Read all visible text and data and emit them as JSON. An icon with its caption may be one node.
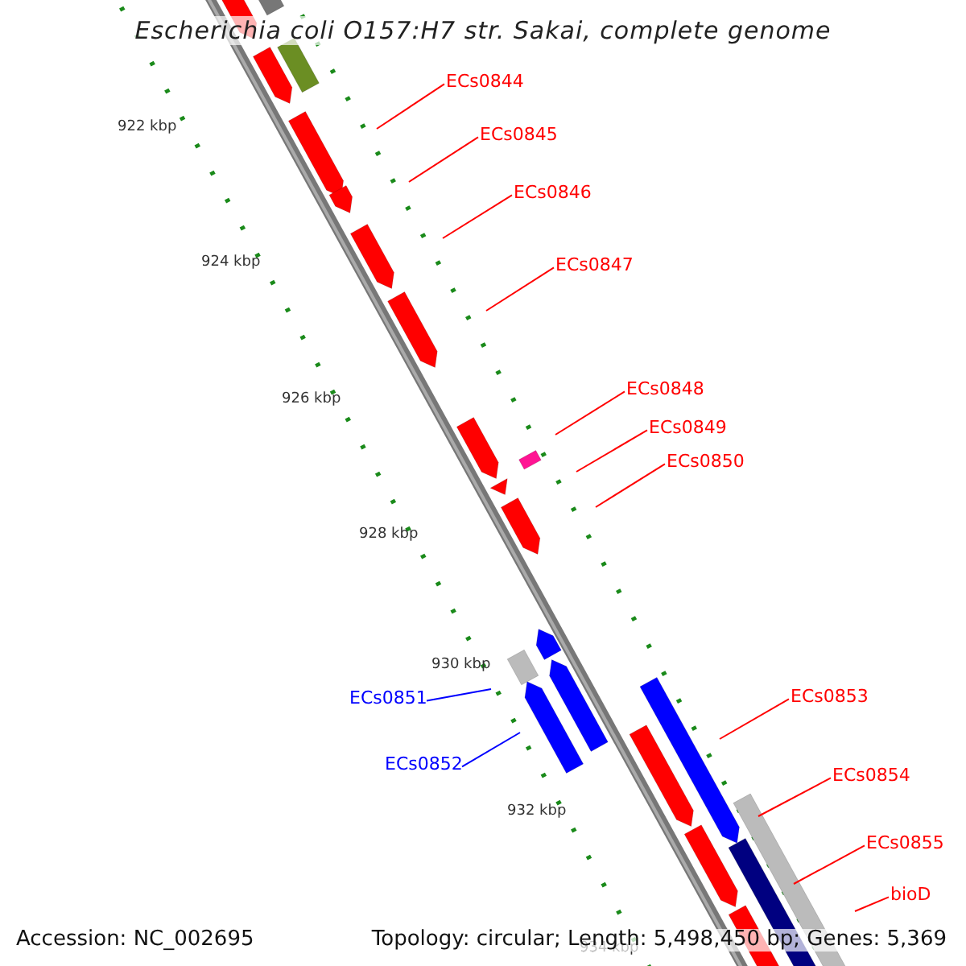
{
  "diagram": {
    "title": "Escherichia coli O157:H7 str. Sakai, complete genome",
    "nodes": [
      {
        "text": [
          "ECs0844"
        ]
      },
      {
        "text": [
          "ECs0845"
        ]
      },
      {
        "text": [
          "ECs0846"
        ]
      },
      {
        "text": [
          "ECs0847"
        ]
      },
      {
        "text": [
          "ECs0848"
        ]
      },
      {
        "text": [
          "ECs0849"
        ]
      },
      {
        "text": [
          "ECs0850"
        ]
      },
      {
        "text": [
          "ECs0851"
        ]
      },
      {
        "text": [
          "ECs0853"
        ]
      },
      {
        "text": [
          "ECs0852"
        ]
      },
      {
        "text": [
          "ECs0854"
        ]
      },
      {
        "text": [
          "ECs0855"
        ]
      },
      {
        "text": [
          "bioD"
        ]
      }
    ],
    "edges": [
      {
        "from": 0,
        "to": null,
        "arrow": "none"
      },
      {
        "from": 1,
        "to": null,
        "arrow": "none"
      },
      {
        "from": 2,
        "to": null,
        "arrow": "none"
      },
      {
        "from": 3,
        "to": null,
        "arrow": "none"
      },
      {
        "from": 4,
        "to": null,
        "arrow": "none"
      },
      {
        "from": 5,
        "to": null,
        "arrow": "none"
      },
      {
        "from": 6,
        "to": null,
        "arrow": "none"
      },
      {
        "from": 7,
        "to": null,
        "arrow": "none",
        "color": "#0000ff"
      },
      {
        "from": 8,
        "to": null,
        "arrow": "none"
      },
      {
        "from": 9,
        "to": null,
        "arrow": "none",
        "color": "#0000ff"
      },
      {
        "from": 10,
        "to": null,
        "arrow": "none"
      },
      {
        "from": 11,
        "to": null,
        "arrow": "none"
      },
      {
        "from": 12,
        "to": null,
        "arrow": "none"
      }
    ],
    "labels": [
      "922 kbp",
      "924 kbp",
      "926 kbp",
      "928 kbp",
      "930 kbp",
      "932 kbp",
      "934 kbp",
      "Accession: NC_002695",
      "Topology: circular; Length: 5,498,450 bp; Genes: 5,369"
    ]
  }
}
